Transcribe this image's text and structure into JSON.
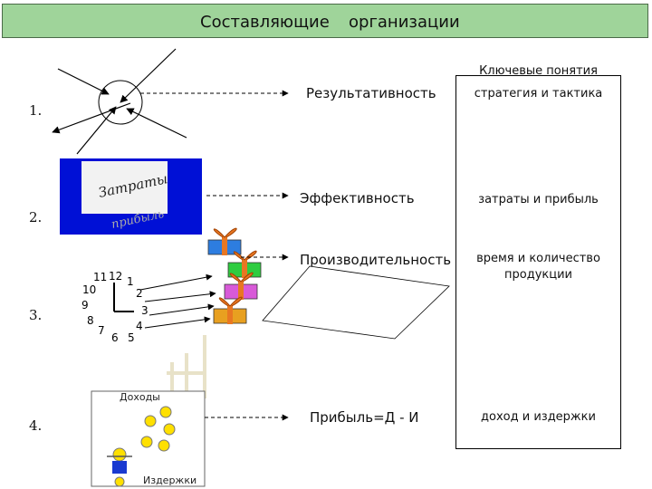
{
  "title": {
    "word1": "Составляющие",
    "word2": "организации"
  },
  "numbers": [
    "1.",
    "2.",
    "3.",
    "4."
  ],
  "concepts": [
    "Результативность",
    "Эффективность",
    "Производительность",
    "Прибыль=Д - И"
  ],
  "key_concepts": {
    "header": "Ключевые понятия",
    "items": [
      "стратегия и тактика",
      "затраты и прибыль",
      "время и количество продукции",
      "доход и издержки"
    ]
  },
  "efficiency_image": {
    "costs": "Затраты",
    "profit": "прибыль"
  },
  "clock": {
    "numbers": [
      "11",
      "12",
      "1",
      "10",
      "2",
      "9",
      "3",
      "8",
      "4",
      "7",
      "6",
      "5"
    ]
  },
  "income_image": {
    "income": "Доходы",
    "expenses": "Издержки"
  },
  "colors": {
    "title_bar": "#9fd49a",
    "blue_box": "#0010d6",
    "gift_ribbon": "#e87722",
    "coin": "#ffe000"
  }
}
